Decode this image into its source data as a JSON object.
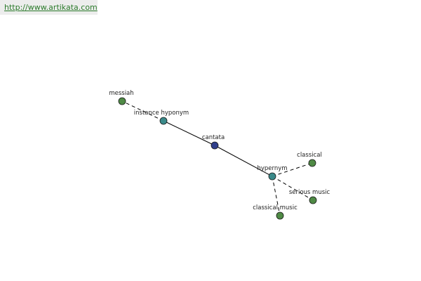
{
  "source_url": "http://www.artikata.com",
  "colors": {
    "central_node": "#303f8c",
    "relation_node": "#3a8a8a",
    "term_node": "#4f8a45",
    "edge": "#000000",
    "url_text": "#2a7a2a"
  },
  "nodes": [
    {
      "id": "cantata",
      "label": "cantata",
      "kind": "central"
    },
    {
      "id": "instance-hyponym",
      "label": "instance hyponym",
      "kind": "relation"
    },
    {
      "id": "hypernym",
      "label": "hypernym",
      "kind": "relation"
    },
    {
      "id": "messiah",
      "label": "messiah",
      "kind": "term"
    },
    {
      "id": "classical",
      "label": "classical",
      "kind": "term"
    },
    {
      "id": "serious-music",
      "label": "serious music",
      "kind": "term"
    },
    {
      "id": "classical-music",
      "label": "classical music",
      "kind": "term"
    }
  ],
  "edges": [
    {
      "from": "cantata",
      "to": "instance-hyponym",
      "style": "solid"
    },
    {
      "from": "cantata",
      "to": "hypernym",
      "style": "solid"
    },
    {
      "from": "instance-hyponym",
      "to": "messiah",
      "style": "dashed"
    },
    {
      "from": "hypernym",
      "to": "classical",
      "style": "dashed"
    },
    {
      "from": "hypernym",
      "to": "serious-music",
      "style": "dashed"
    },
    {
      "from": "hypernym",
      "to": "classical-music",
      "style": "dashed"
    }
  ]
}
